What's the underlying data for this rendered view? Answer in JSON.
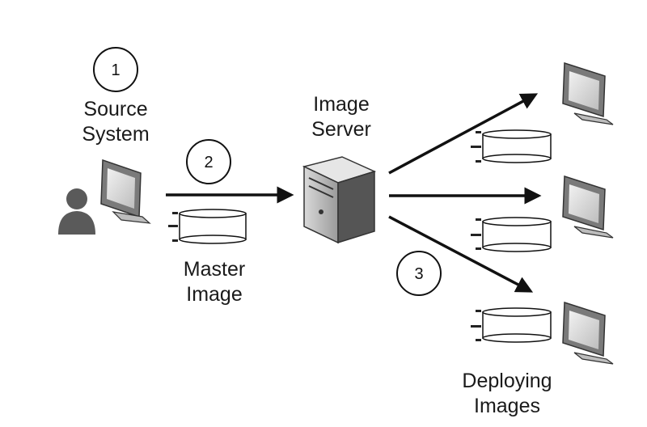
{
  "steps": [
    "1",
    "2",
    "3"
  ],
  "labels": {
    "source_system": [
      "Source",
      "System"
    ],
    "image_server": [
      "Image",
      "Server"
    ],
    "master_image": [
      "Master",
      "Image"
    ],
    "deploying_images": [
      "Deploying",
      "Images"
    ]
  },
  "colors": {
    "ink": "#111111",
    "monitor_frame": "#6e6e6e",
    "monitor_screen": "#d8d8d8",
    "server_body": "#7a7a7a",
    "person": "#5a5a5a",
    "disk_fill": "#ffffff"
  },
  "icons": [
    "person-icon",
    "monitor-icon",
    "server-icon",
    "disk-icon",
    "arrow-icon"
  ]
}
